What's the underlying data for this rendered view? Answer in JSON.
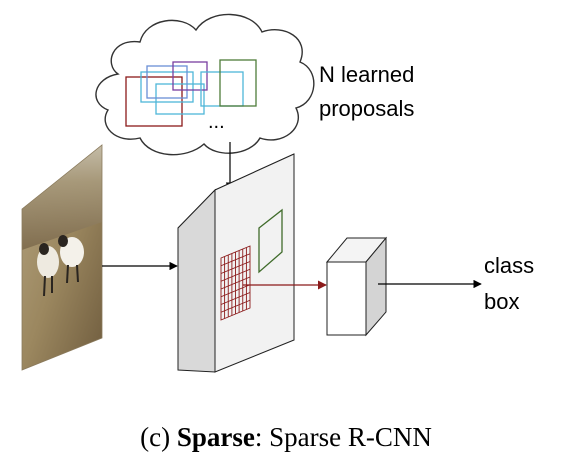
{
  "diagram": {
    "proposals_label_line1": "N learned",
    "proposals_label_line2": "proposals",
    "ellipsis": "...",
    "output_label_line1": "class",
    "output_label_line2": "box",
    "caption_prefix": "(c) ",
    "caption_bold": "Sparse",
    "caption_rest": ": Sparse R-CNN"
  },
  "colors": {
    "roi_grid": "#8b1a1a",
    "feature_box": "#3f6b2a",
    "proposal_dark_red": "#8b1a1a",
    "proposal_green": "#4e7c3a",
    "proposal_cyan": "#4fb6d8",
    "proposal_blue": "#6a8fd6",
    "proposal_purple": "#7a3fa0",
    "panel_front": "#f2f2f2",
    "panel_side": "#d9d9d9",
    "panel_top": "#ebebeb"
  }
}
